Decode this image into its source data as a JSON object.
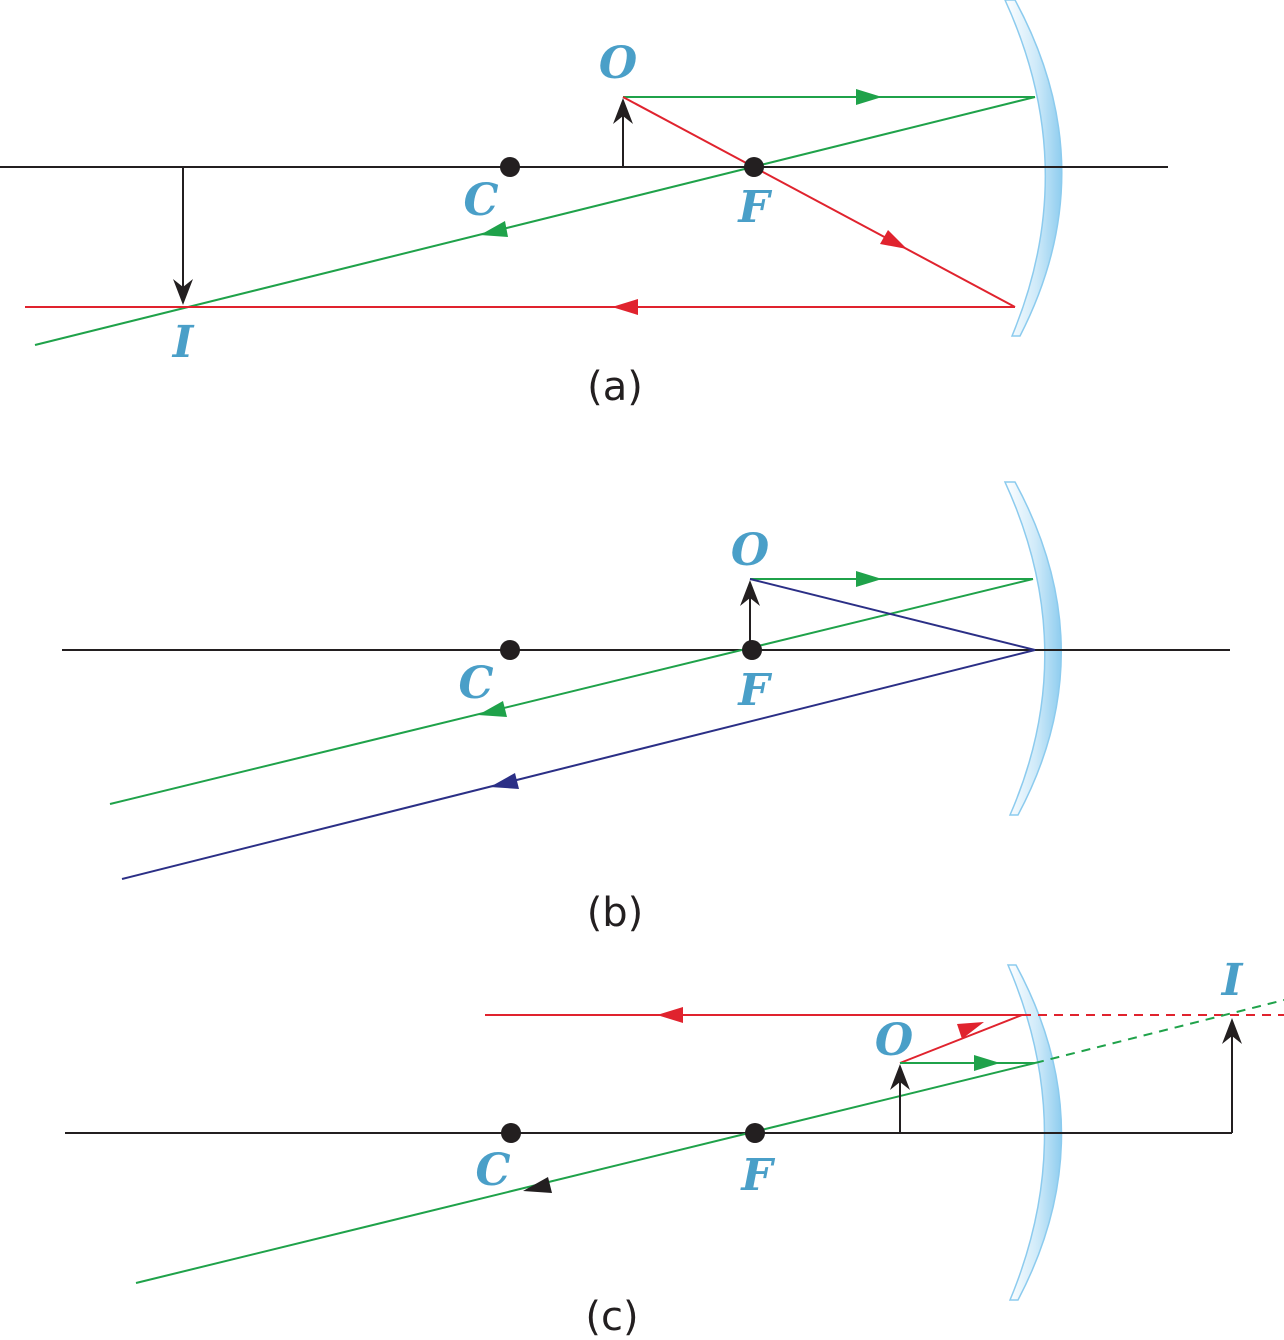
{
  "colors": {
    "axis": "#231f20",
    "label": "#4a9fc8",
    "ray_green": "#1fa24a",
    "ray_red": "#e0232e",
    "ray_blue": "#2b2f86",
    "mirror_edge": "#8ccbee",
    "mirror_fill": "#d6eefb"
  },
  "panels": [
    {
      "caption": "(a)",
      "labels": {
        "object": "O",
        "center": "C",
        "focus": "F",
        "image": "I"
      }
    },
    {
      "caption": "(b)",
      "labels": {
        "object": "O",
        "center": "C",
        "focus": "F"
      }
    },
    {
      "caption": "(c)",
      "labels": {
        "object": "O",
        "center": "C",
        "focus": "F",
        "image": "I"
      }
    }
  ]
}
